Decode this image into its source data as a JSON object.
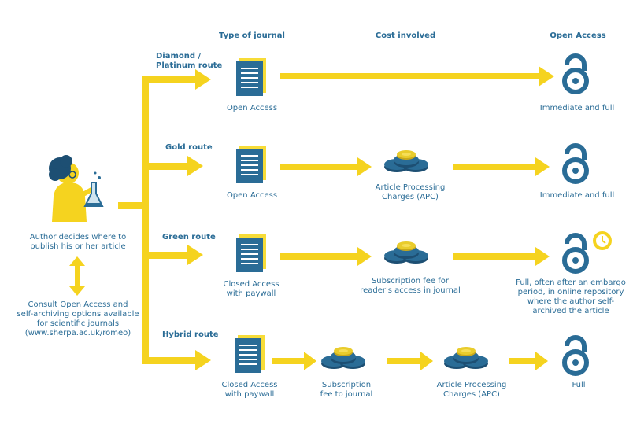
{
  "headers": {
    "type_of_journal": "Type of journal",
    "cost_involved": "Cost involved",
    "open_access": "Open Access"
  },
  "author": {
    "decides": "Author decides where to\npublish his or her article",
    "consult": "Consult Open Access and\nself-archiving options available\nfor scientific journals\n(www.sherpa.ac.uk/romeo)"
  },
  "routes": [
    {
      "name": "Diamond /\nPlatinum route",
      "journal": "Open Access",
      "costs": [],
      "outcome": "Immediate and full"
    },
    {
      "name": "Gold route",
      "journal": "Open Access",
      "costs": [
        "Article Processing\nCharges (APC)"
      ],
      "outcome": "Immediate and full"
    },
    {
      "name": "Green route",
      "journal": "Closed Access\nwith paywall",
      "costs": [
        "Subscription fee for\nreader's access in journal"
      ],
      "outcome": "Full, often after an embargo\nperiod, in online repository\nwhere the author self-\narchived the article"
    },
    {
      "name": "Hybrid route",
      "journal": "Closed Access\nwith paywall",
      "costs": [
        "Subscription\nfee to journal",
        "Article Processing\nCharges (APC)"
      ],
      "outcome": "Full"
    }
  ],
  "colors": {
    "arrow": "#f5d31f",
    "blue": "#2a6c96",
    "dark": "#1d4f73",
    "coin": "#e9cc2c",
    "paper": "#f7dc38"
  },
  "icons": {
    "doc": "document-icon",
    "coins": "coins-icon",
    "lock": "open-lock-icon",
    "clock": "clock-icon",
    "person": "author-figure-icon"
  }
}
